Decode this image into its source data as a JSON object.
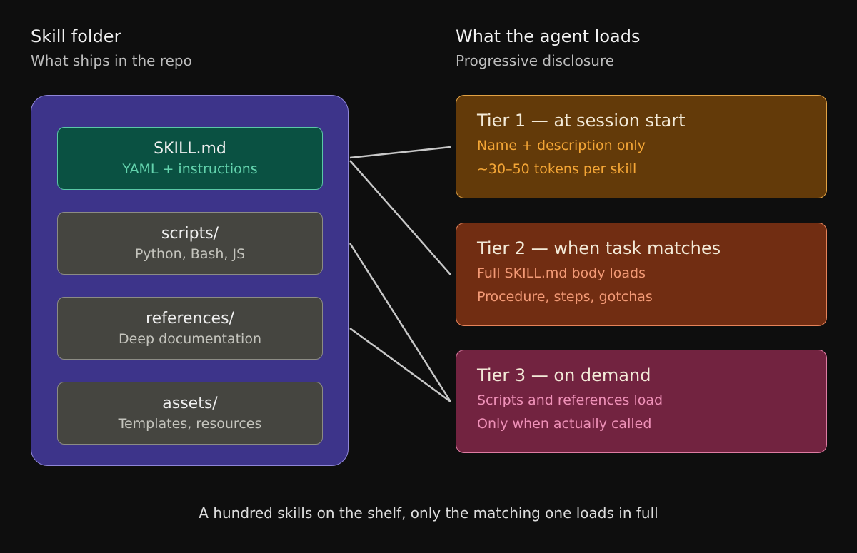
{
  "left_panel": {
    "title": "Skill folder",
    "subtitle": "What ships in the repo",
    "items": [
      {
        "name": "SKILL.md",
        "detail": "YAML + instructions"
      },
      {
        "name": "scripts/",
        "detail": "Python, Bash, JS"
      },
      {
        "name": "references/",
        "detail": "Deep documentation"
      },
      {
        "name": "assets/",
        "detail": "Templates, resources"
      }
    ]
  },
  "right_panel": {
    "title": "What the agent loads",
    "subtitle": "Progressive disclosure",
    "tiers": [
      {
        "title": "Tier 1 — at session start",
        "line1": "Name + description only",
        "line2": "~30–50 tokens per skill"
      },
      {
        "title": "Tier 2 — when task matches",
        "line1": "Full SKILL.md body loads",
        "line2": "Procedure, steps, gotchas"
      },
      {
        "title": "Tier 3 — on demand",
        "line1": "Scripts and references load",
        "line2": "Only when actually called"
      }
    ]
  },
  "caption": "A hundred skills on the shelf, only the matching one loads in full",
  "colors": {
    "background": "#0e0e0e",
    "folder": "#3d348a",
    "skill_md": "#0a5142",
    "item": "#454540",
    "tier1": "#633a09",
    "tier2": "#712d12",
    "tier3": "#722340"
  }
}
